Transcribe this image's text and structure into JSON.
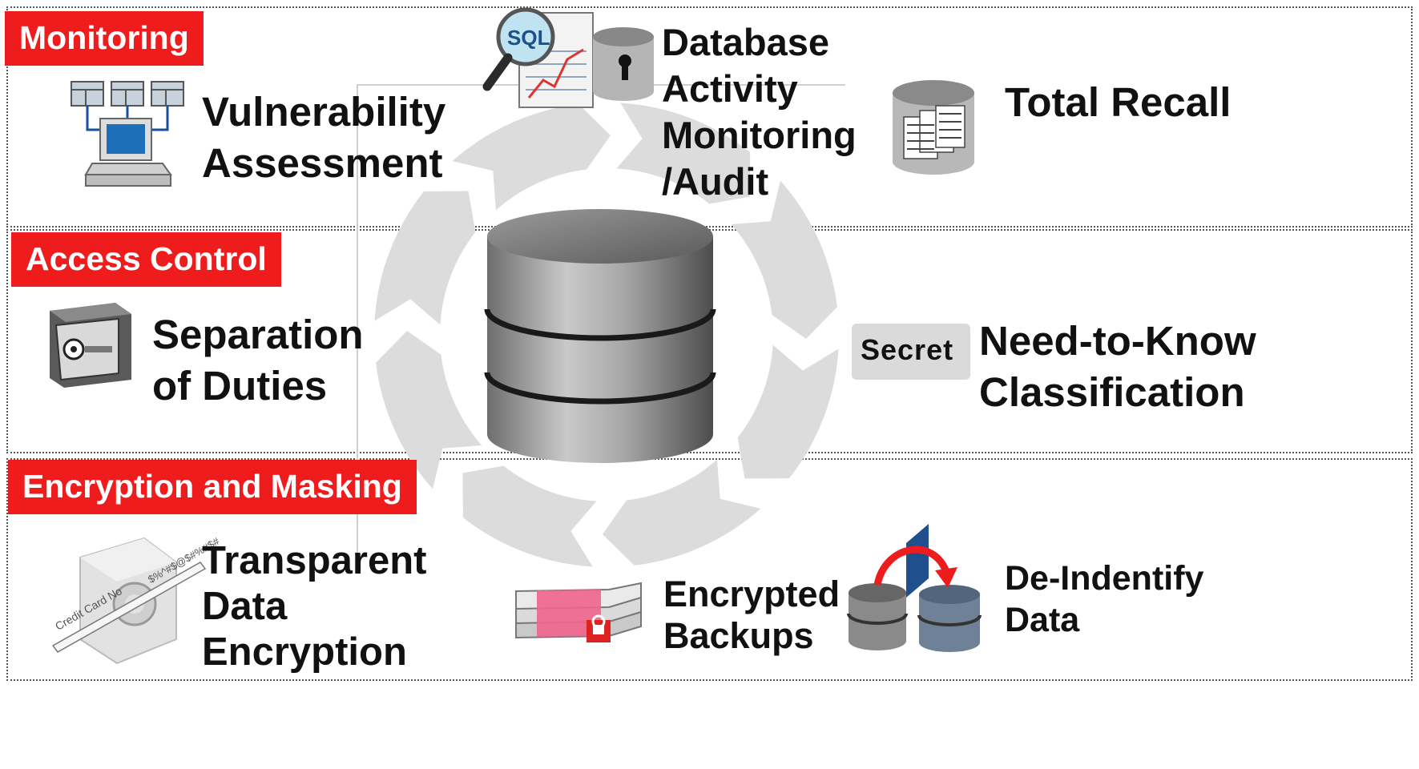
{
  "colors": {
    "tag_bg": "#ee1c1c",
    "tag_text": "#ffffff",
    "text": "#111111",
    "cycle": "#dcdcdc"
  },
  "bands": {
    "monitoring": {
      "tag": "Monitoring"
    },
    "access_control": {
      "tag": "Access Control"
    },
    "encryption": {
      "tag": "Encryption and Masking"
    }
  },
  "items": {
    "vulnerability": {
      "line1": "Vulnerability",
      "line2": "Assessment",
      "icon": "networked-computer-icon"
    },
    "dam": {
      "line1": "Database",
      "line2": "Activity",
      "line3": "Monitoring",
      "line4": "/Audit",
      "icon": "sql-report-icon"
    },
    "total_recall": {
      "line1": "Total Recall",
      "icon": "database-documents-icon"
    },
    "separation": {
      "line1": "Separation",
      "line2": "of Duties",
      "icon": "safe-icon"
    },
    "need_to_know": {
      "line1": "Need-to-Know",
      "line2": "Classification",
      "icon": "secret-label-icon",
      "badge": "Secret"
    },
    "tde": {
      "line1": "Transparent",
      "line2": "Data",
      "line3": "Encryption",
      "icon": "encryption-box-icon",
      "card_text": "Credit Card No",
      "cipher_text": "$%^#$@$#%#$#"
    },
    "backups": {
      "line1": "Encrypted",
      "line2": "Backups",
      "icon": "encrypted-tape-icon"
    },
    "deidentify": {
      "line1": "De-Indentify",
      "line2": "Data",
      "icon": "database-transfer-icon"
    }
  }
}
